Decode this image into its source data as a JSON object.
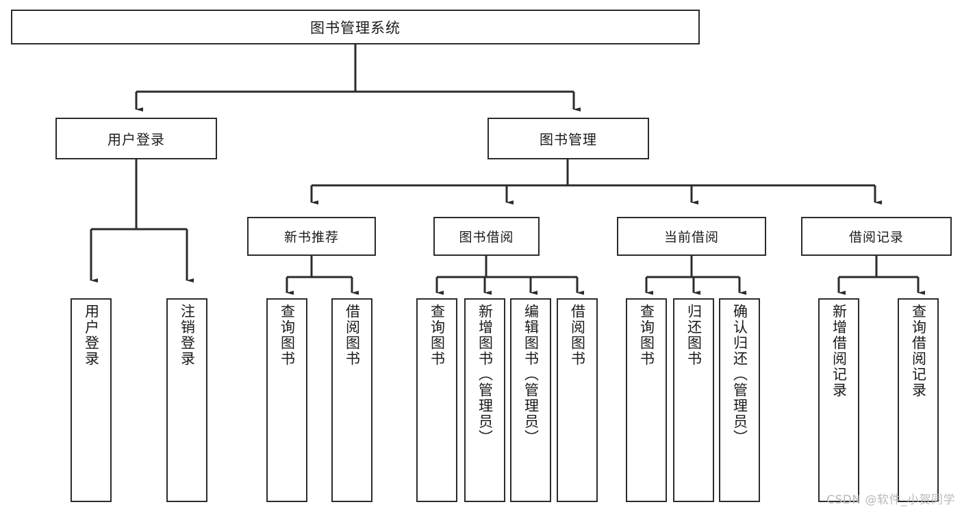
{
  "diagram": {
    "title": "图书管理系统",
    "watermark": "CSDN @软件_小贺同学",
    "line_color": "#2b2b2b",
    "box_fill": "#ffffff",
    "text_color": "#1a1a1a",
    "watermark_color": "#b9b9b9"
  },
  "nodes": {
    "root": {
      "label": "图书管理系统"
    },
    "level2": [
      {
        "label": "用户登录"
      },
      {
        "label": "图书管理"
      }
    ],
    "level3": [
      {
        "label": "新书推荐"
      },
      {
        "label": "图书借阅"
      },
      {
        "label": "当前借阅"
      },
      {
        "label": "借阅记录"
      }
    ],
    "leaves": {
      "user_login": [
        {
          "label": "用户登录"
        },
        {
          "label": "注销登录"
        }
      ],
      "new_book_recommend": [
        {
          "label": "查询图书"
        },
        {
          "label": "借阅图书"
        }
      ],
      "book_borrow": [
        {
          "label": "查询图书"
        },
        {
          "label": "新增图书（管理员）"
        },
        {
          "label": "编辑图书（管理员）"
        },
        {
          "label": "借阅图书"
        }
      ],
      "current_borrow": [
        {
          "label": "查询图书"
        },
        {
          "label": "归还图书"
        },
        {
          "label": "确认归还（管理员）"
        }
      ],
      "borrow_record": [
        {
          "label": "新增借阅记录"
        },
        {
          "label": "查询借阅记录"
        }
      ]
    }
  },
  "chart_data": {
    "type": "diagram",
    "title": "图书管理系统",
    "structure": "tree",
    "root": "图书管理系统",
    "edges": [
      {
        "from": "图书管理系统",
        "to": "用户登录"
      },
      {
        "from": "图书管理系统",
        "to": "图书管理"
      },
      {
        "from": "用户登录",
        "to": "用户登录"
      },
      {
        "from": "用户登录",
        "to": "注销登录"
      },
      {
        "from": "图书管理",
        "to": "新书推荐"
      },
      {
        "from": "图书管理",
        "to": "图书借阅"
      },
      {
        "from": "图书管理",
        "to": "当前借阅"
      },
      {
        "from": "图书管理",
        "to": "借阅记录"
      },
      {
        "from": "新书推荐",
        "to": "查询图书"
      },
      {
        "from": "新书推荐",
        "to": "借阅图书"
      },
      {
        "from": "图书借阅",
        "to": "查询图书"
      },
      {
        "from": "图书借阅",
        "to": "新增图书（管理员）"
      },
      {
        "from": "图书借阅",
        "to": "编辑图书（管理员）"
      },
      {
        "from": "图书借阅",
        "to": "借阅图书"
      },
      {
        "from": "当前借阅",
        "to": "查询图书"
      },
      {
        "from": "当前借阅",
        "to": "归还图书"
      },
      {
        "from": "当前借阅",
        "to": "确认归还（管理员）"
      },
      {
        "from": "借阅记录",
        "to": "新增借阅记录"
      },
      {
        "from": "借阅记录",
        "to": "查询借阅记录"
      }
    ]
  }
}
